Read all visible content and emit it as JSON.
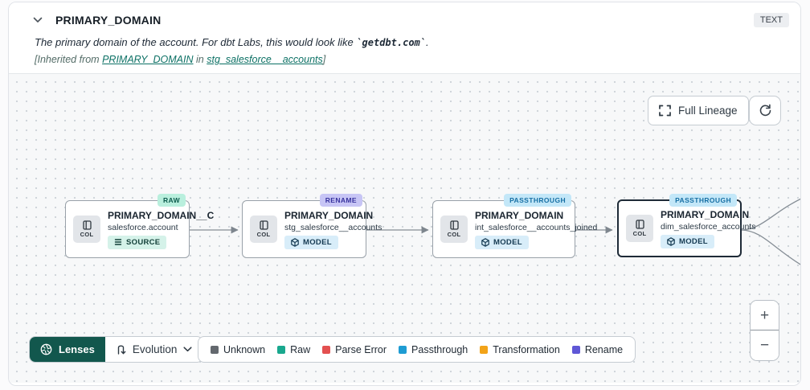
{
  "header": {
    "title": "PRIMARY_DOMAIN",
    "type_badge": "TEXT",
    "description": {
      "prefix": "The primary domain of the account. For dbt Labs, this would look like ",
      "code": "`getdbt.com`",
      "suffix": "."
    },
    "inherited": {
      "prefix": "[Inherited from ",
      "column_link": "PRIMARY_DOMAIN",
      "middle": " in ",
      "model_link": "stg_salesforce__accounts",
      "suffix": "]"
    }
  },
  "toolbar": {
    "full_lineage_label": "Full Lineage",
    "zoom_in_label": "+",
    "zoom_out_label": "−"
  },
  "nodes": [
    {
      "title": "PRIMARY_DOMAIN__C",
      "model": "salesforce.account",
      "resource_type": "SOURCE",
      "tag": "RAW",
      "col_label": "COL"
    },
    {
      "title": "PRIMARY_DOMAIN",
      "model": "stg_salesforce__accounts",
      "resource_type": "MODEL",
      "tag": "RENAME",
      "col_label": "COL"
    },
    {
      "title": "PRIMARY_DOMAIN",
      "model": "int_salesforce__accounts_joined",
      "resource_type": "MODEL",
      "tag": "PASSTHROUGH",
      "col_label": "COL"
    },
    {
      "title": "PRIMARY_DOMAIN",
      "model": "dim_salesforce_accounts",
      "resource_type": "MODEL",
      "tag": "PASSTHROUGH",
      "col_label": "COL",
      "selected": true
    }
  ],
  "lenses": {
    "button_label": "Lenses",
    "selected_lens": "Evolution"
  },
  "legend": {
    "items": [
      {
        "label": "Unknown",
        "color": "#63686e"
      },
      {
        "label": "Raw",
        "color": "#19a88e"
      },
      {
        "label": "Parse Error",
        "color": "#e35050"
      },
      {
        "label": "Passthrough",
        "color": "#1e9cd3"
      },
      {
        "label": "Transformation",
        "color": "#f2a319"
      },
      {
        "label": "Rename",
        "color": "#5f57d6"
      }
    ]
  },
  "colors": {
    "tag_raw_bg": "#b9efdd",
    "tag_raw_text": "#0d5b4d",
    "tag_rename_bg": "#c7c5f5",
    "tag_rename_text": "#38339e",
    "tag_passthrough_bg": "#c3e7f8",
    "tag_passthrough_text": "#166fa4",
    "lenses_button_bg": "#12574d",
    "link_teal": "#0d7165"
  }
}
